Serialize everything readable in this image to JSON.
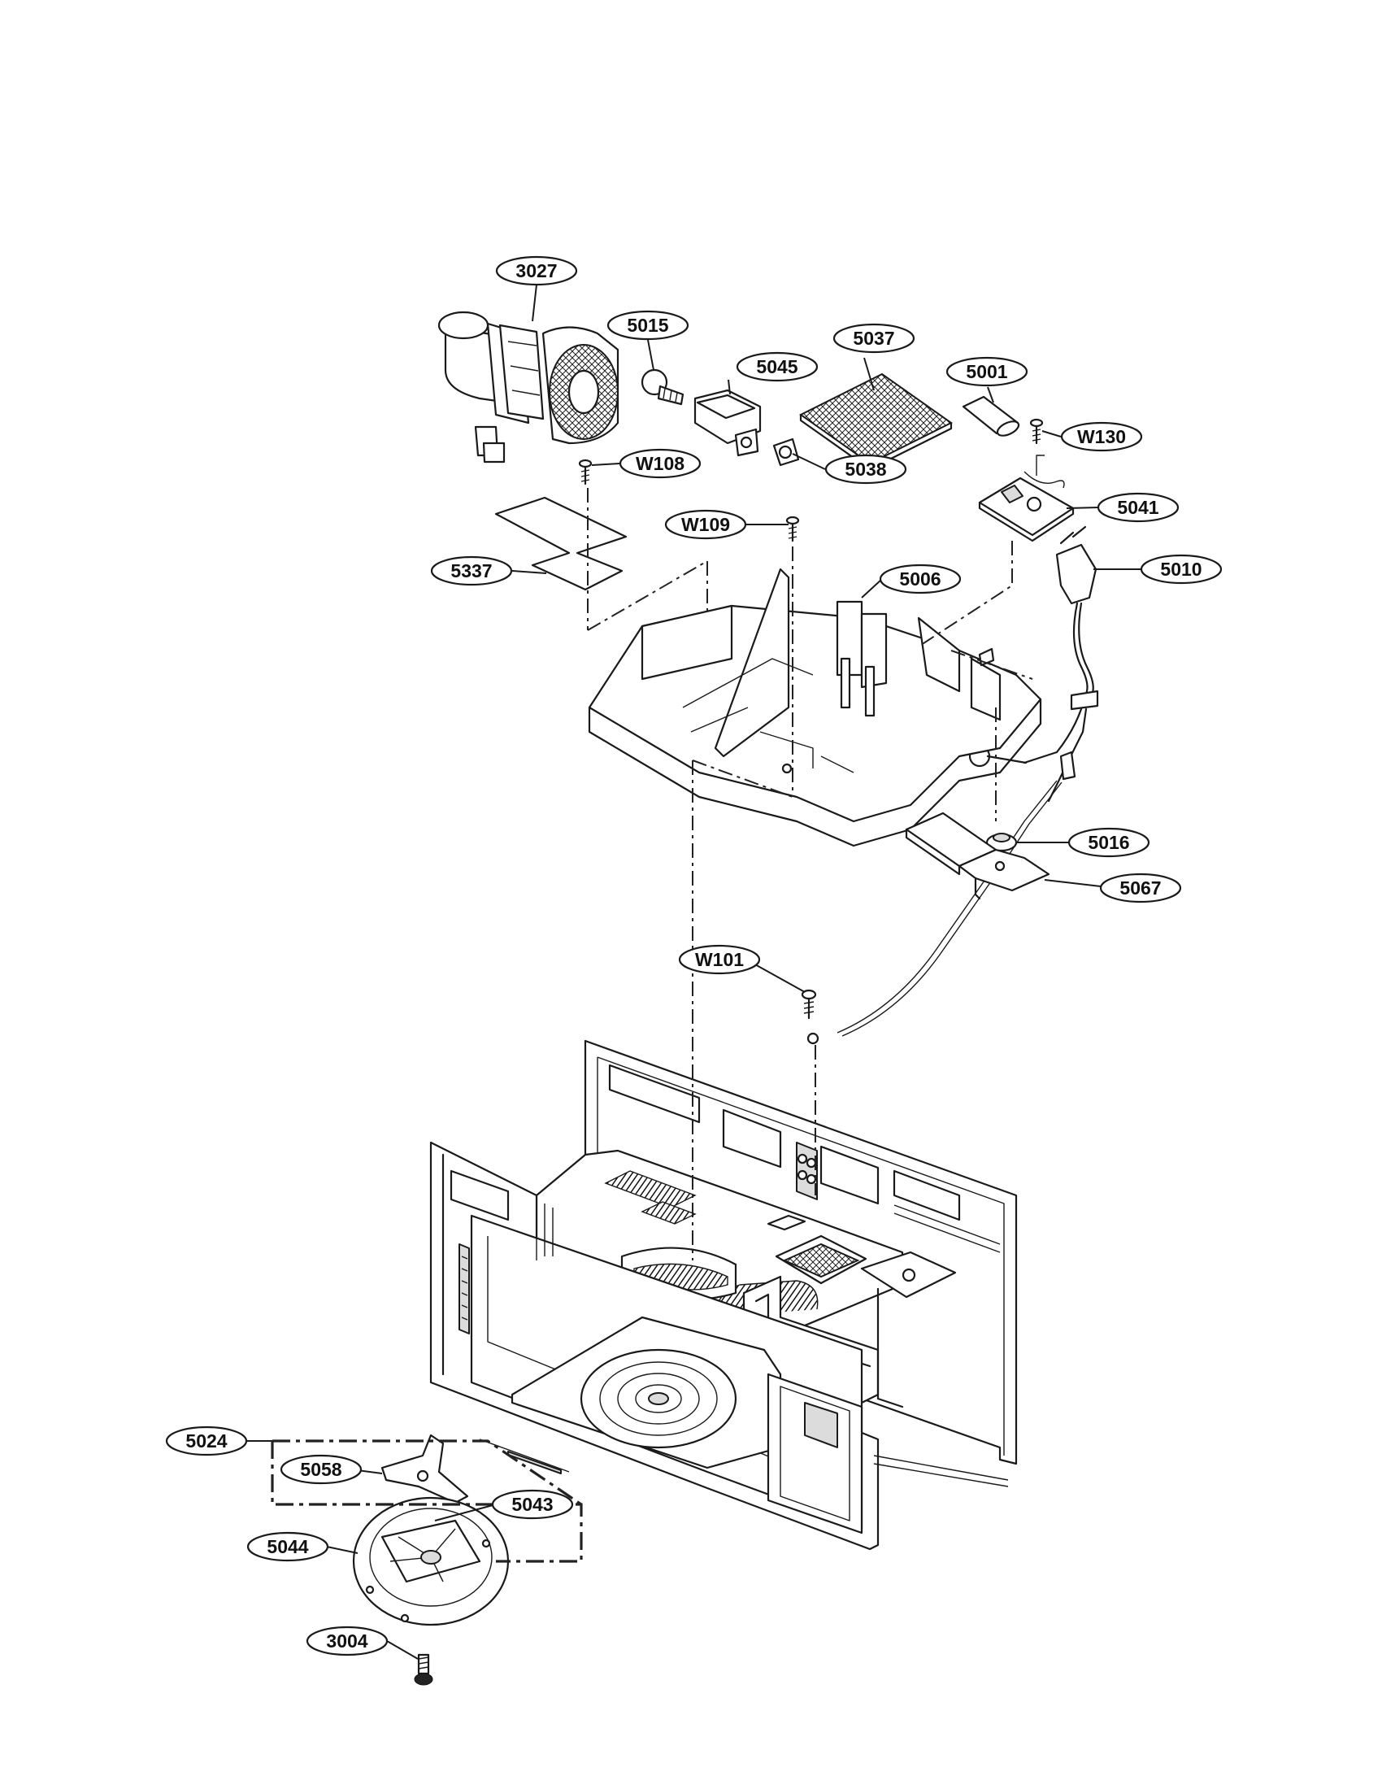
{
  "callouts": [
    "3027",
    "5015",
    "5045",
    "5037",
    "5001",
    "W130",
    "5038",
    "W108",
    "5041",
    "W109",
    "5010",
    "5337",
    "5006",
    "5016",
    "5067",
    "W101",
    "5024",
    "5058",
    "5043",
    "5044",
    "3004"
  ]
}
